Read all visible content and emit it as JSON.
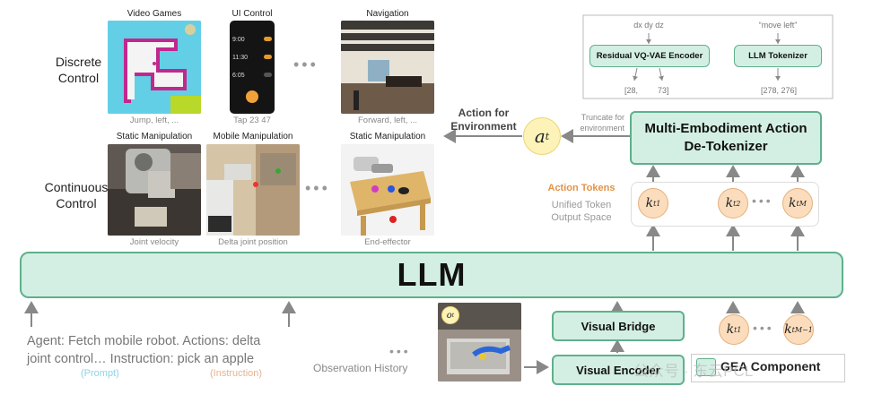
{
  "rows": {
    "discrete_label_1": "Discrete",
    "discrete_label_2": "Control",
    "continuous_label_1": "Continuous",
    "continuous_label_2": "Control"
  },
  "thumbs": {
    "video_games": {
      "title": "Video Games",
      "caption": "Jump, left, ..."
    },
    "ui_control": {
      "title": "UI Control",
      "caption": "Tap 23 47",
      "times": [
        "9:00",
        "11:30",
        "6:05"
      ]
    },
    "navigation": {
      "title": "Navigation",
      "caption": "Forward, left, ..."
    },
    "static_manip_1": {
      "title": "Static Manipulation",
      "caption": "Joint velocity"
    },
    "mobile_manip": {
      "title": "Mobile Manipulation",
      "caption": "Delta joint position"
    },
    "static_manip_2": {
      "title": "Static Manipulation",
      "caption": "End-effector"
    }
  },
  "tokenizer_panel": {
    "input_left": "dx dy dz",
    "input_right": "“move left”",
    "encoder_left": "Residual VQ-VAE Encoder",
    "encoder_right": "LLM Tokenizer",
    "output_left_a": "[28,",
    "output_left_b": "73]",
    "output_right": "[278, 276]"
  },
  "detokenizer": {
    "line1": "Multi-Embodiment Action",
    "line2": "De-Tokenizer"
  },
  "truncate_label": {
    "line1": "Truncate for",
    "line2": "environment"
  },
  "action_env": {
    "line1": "Action for",
    "line2": "Environment",
    "symbol": "a",
    "sub": "t"
  },
  "action_tokens": {
    "title": "Action Tokens",
    "line1": "Unified Token",
    "line2": "Output Space"
  },
  "tokens_out": [
    {
      "base": "k",
      "sub": "t",
      "sup": "1"
    },
    {
      "base": "k",
      "sub": "t",
      "sup": "2"
    },
    {
      "base": "k",
      "sub": "t",
      "sup": "M"
    }
  ],
  "tokens_in": [
    {
      "base": "k",
      "sub": "t",
      "sup": "1"
    },
    {
      "base": "k",
      "sub": "t",
      "sup": "M−1"
    }
  ],
  "llm": {
    "label": "LLM"
  },
  "prompt": {
    "line1": "Agent: Fetch mobile robot. Actions: delta",
    "line2": "joint control… Instruction: pick an apple",
    "prompt_tag": "(Prompt)",
    "instruction_tag": "(Instruction)"
  },
  "observation": {
    "label": "Observation History",
    "obs_symbol": "o",
    "obs_sub": "t"
  },
  "visual_bridge": {
    "label": "Visual Bridge"
  },
  "visual_encoder": {
    "label": "Visual Encoder"
  },
  "legend": {
    "label": "GEA Component"
  },
  "watermark": {
    "text": "公众号 · 东云PCL"
  },
  "colors": {
    "green_fill": "#d3efe3",
    "green_border": "#5fb08c",
    "token_fill": "#fbdcbc",
    "orange_text": "#e0944a"
  }
}
